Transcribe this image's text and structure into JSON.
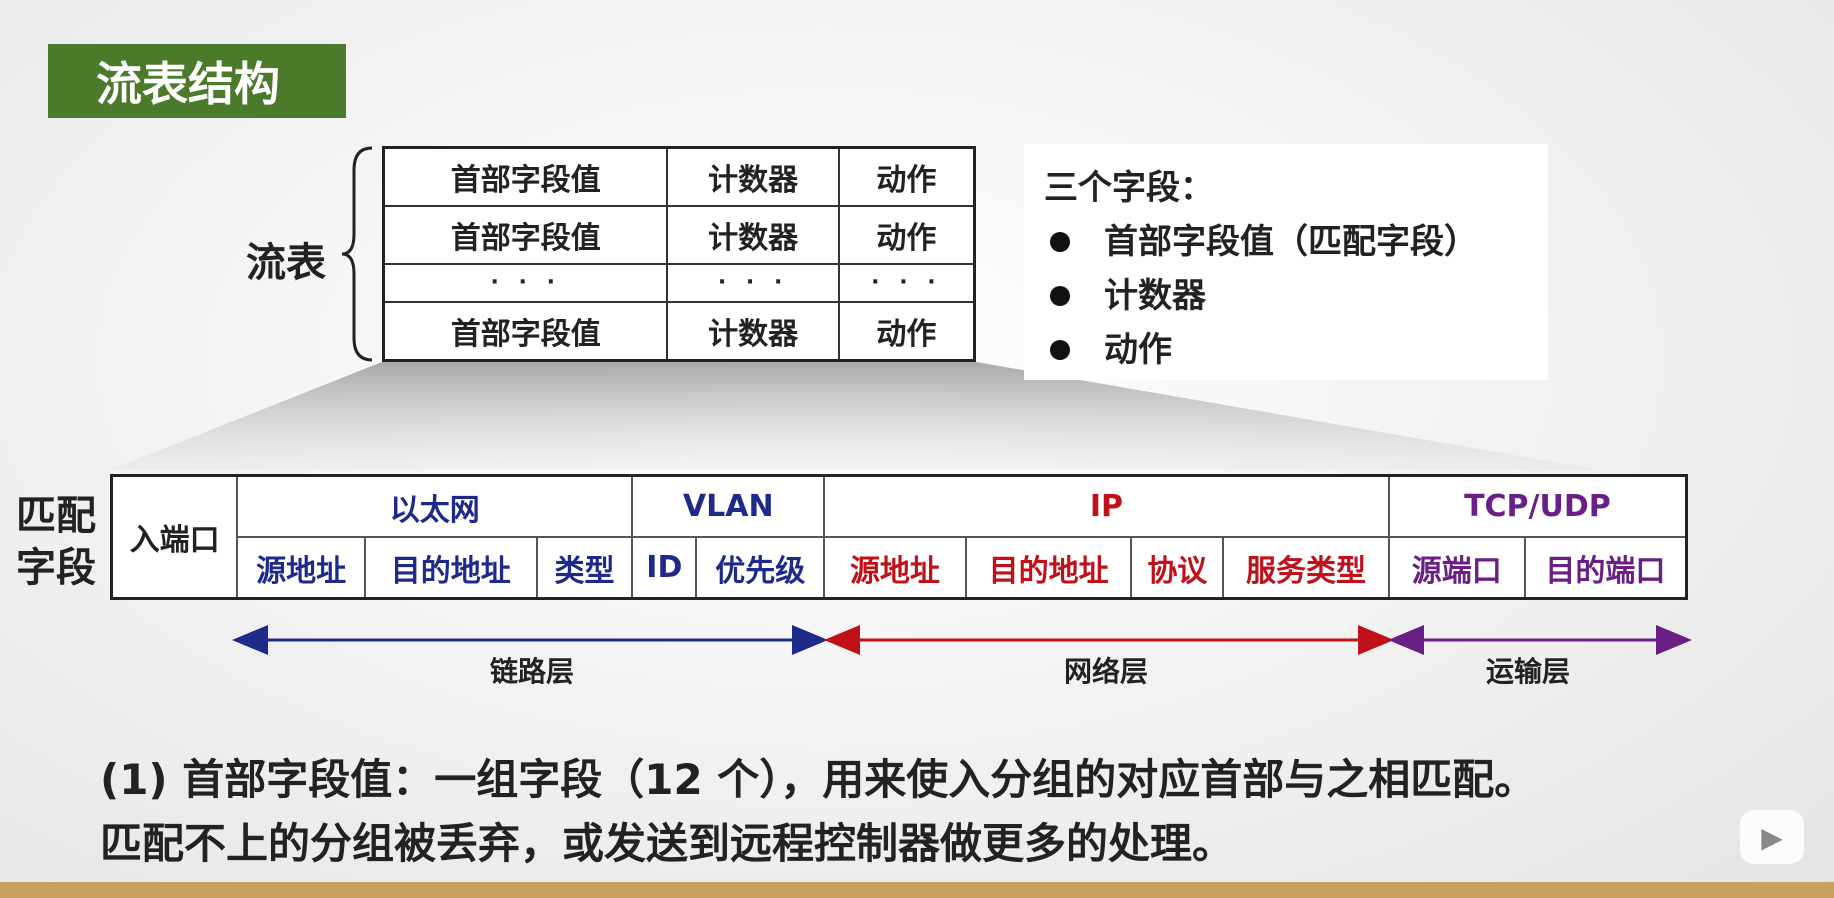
{
  "title": "流表结构",
  "watermark": "",
  "flow_table": {
    "label": "流表",
    "rows": [
      [
        "首部字段值",
        "计数器",
        "动作"
      ],
      [
        "首部字段值",
        "计数器",
        "动作"
      ],
      [
        "· · ·",
        "· · ·",
        "· · ·"
      ],
      [
        "首部字段值",
        "计数器",
        "动作"
      ]
    ]
  },
  "info_box": {
    "heading": "三个字段：",
    "items": [
      "首部字段值（匹配字段）",
      "计数器",
      "动作"
    ]
  },
  "match_fields": {
    "label_line1": "匹配",
    "label_line2": "字段",
    "in_port": "入端口",
    "groups": [
      {
        "name": "以太网",
        "color": "#1e2a8a",
        "fields": [
          "源地址",
          "目的地址",
          "类型"
        ]
      },
      {
        "name": "VLAN",
        "color": "#1e2a8a",
        "fields": [
          "ID",
          "优先级"
        ]
      },
      {
        "name": "IP",
        "color": "#c0101a",
        "fields": [
          "源地址",
          "目的地址",
          "协议",
          "服务类型"
        ]
      },
      {
        "name": "TCP/UDP",
        "color": "#6a1f86",
        "fields": [
          "源端口",
          "目的端口"
        ]
      }
    ]
  },
  "layers": [
    {
      "name": "链路层",
      "color": "#1e2a8a"
    },
    {
      "name": "网络层",
      "color": "#c0101a"
    },
    {
      "name": "运输层",
      "color": "#6a1f86"
    }
  ],
  "paragraph": {
    "line1": "(1) 首部字段值：一组字段（12 个），用来使入分组的对应首部与之相匹配。",
    "line2": "匹配不上的分组被丢弃，或发送到远程控制器做更多的处理。"
  }
}
